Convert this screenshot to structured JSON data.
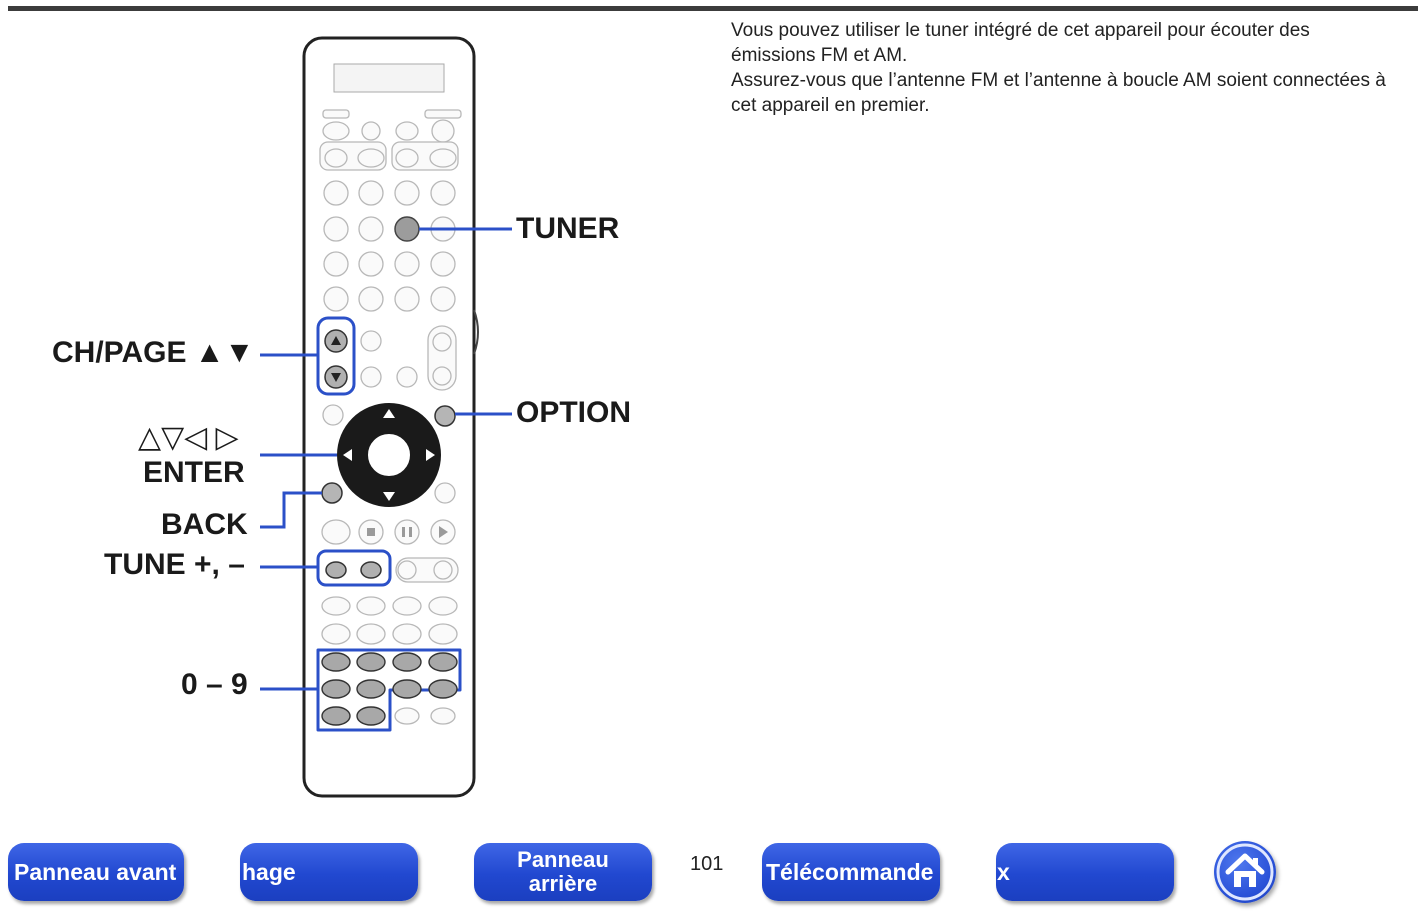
{
  "intro": {
    "line1": "Vous pouvez utiliser le tuner intégré de cet appareil pour écouter des émissions FM et AM.",
    "line2": "Assurez-vous que l’antenne FM et l’antenne à boucle AM soient connectées à cet appareil en premier."
  },
  "callouts": {
    "tuner": "TUNER",
    "ch_page": "CH/PAGE ▲▼",
    "option": "OPTION",
    "arrows": "△▽◁ ▷",
    "enter": "ENTER",
    "back": "BACK",
    "tune": "TUNE +, –",
    "digits": "0 – 9"
  },
  "nav": {
    "front_panel": "Panneau avant",
    "display": "hage",
    "rear_panel_line1": "Panneau",
    "rear_panel_line2": "arrière",
    "page_number": "101",
    "remote": "Télécommande",
    "index": "x"
  },
  "icons": {
    "home": "home-icon"
  },
  "colors": {
    "nav_blue": "#2148d0",
    "callout_line": "#2b50c8"
  }
}
